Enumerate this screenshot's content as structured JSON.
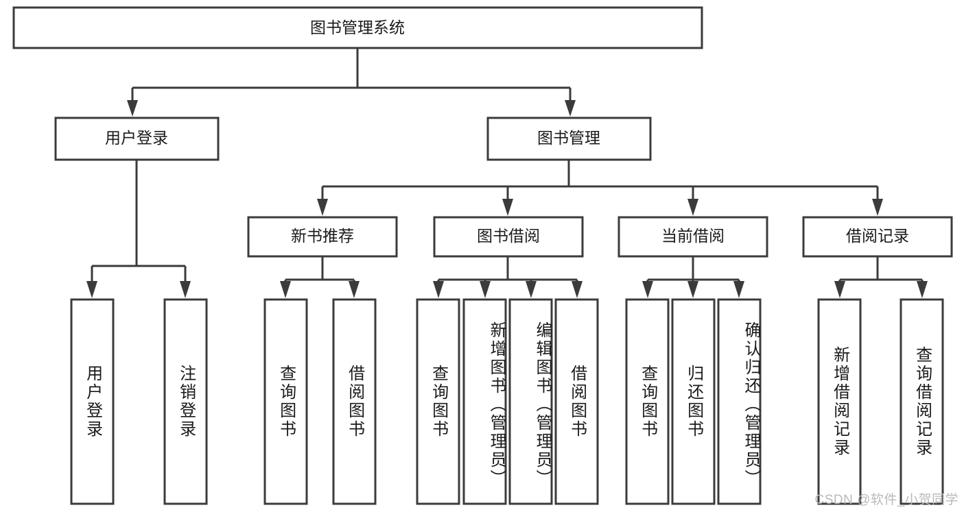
{
  "diagram": {
    "type": "hierarchy-tree",
    "title": "图书管理系统",
    "orientation": "top-down",
    "colors": {
      "box_fill": "#ffffff",
      "box_stroke": "#3b3b3b",
      "text": "#1a1a1a",
      "background": "#ffffff",
      "watermark": "#b9b9b9"
    },
    "root": {
      "label": "图书管理系统"
    },
    "level2": [
      {
        "label": "用户登录"
      },
      {
        "label": "图书管理"
      }
    ],
    "level3": [
      {
        "label": "新书推荐"
      },
      {
        "label": "图书借阅"
      },
      {
        "label": "当前借阅"
      },
      {
        "label": "借阅记录"
      }
    ],
    "leaves": {
      "user_login": [
        {
          "label": "用户登录"
        },
        {
          "label": "注销登录"
        }
      ],
      "new_book_recommend": [
        {
          "label": "查询图书"
        },
        {
          "label": "借阅图书"
        }
      ],
      "book_borrow": [
        {
          "label": "查询图书"
        },
        {
          "label": "新增图书（管理员）"
        },
        {
          "label": "编辑图书（管理员）"
        },
        {
          "label": "借阅图书"
        }
      ],
      "current_borrow": [
        {
          "label": "查询图书"
        },
        {
          "label": "归还图书"
        },
        {
          "label": "确认归还（管理员）"
        }
      ],
      "borrow_record": [
        {
          "label": "新增借阅记录"
        },
        {
          "label": "查询借阅记录"
        }
      ]
    }
  },
  "watermark": {
    "text": "CSDN @软件_小贺同学"
  }
}
